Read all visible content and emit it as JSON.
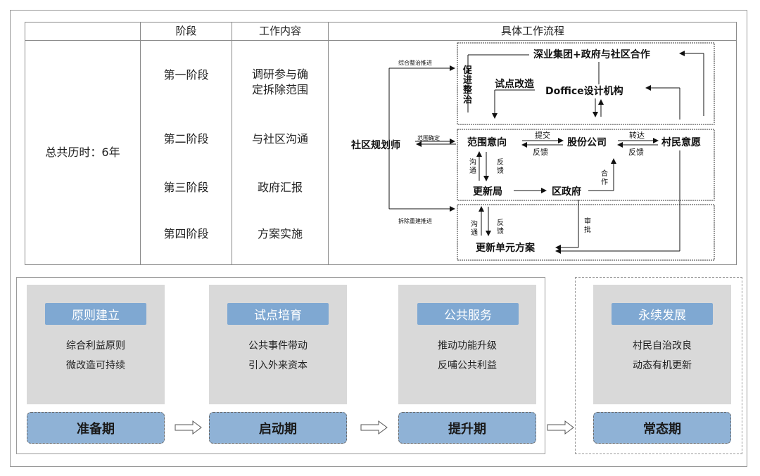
{
  "table": {
    "headers": [
      "阶段",
      "工作内容",
      "具体工作流程"
    ],
    "total_time": "总共历时：6年",
    "stages": [
      {
        "name": "第一阶段",
        "content": [
          "调研参与确",
          "定拆除范围"
        ]
      },
      {
        "name": "第二阶段",
        "content": [
          "与社区沟通"
        ]
      },
      {
        "name": "第三阶段",
        "content": [
          "政府汇报"
        ]
      },
      {
        "name": "第四阶段",
        "content": [
          "方案实施"
        ]
      }
    ]
  },
  "flow": {
    "planner": "社区规划师",
    "branch_labels": [
      "综合整治推进",
      "范围确定",
      "拆除重建推进"
    ],
    "box1": {
      "side_label": "促进整治",
      "partner": "深业集团+政府与社区合作",
      "pilot": "试点改造",
      "designer": "Doffice设计机构"
    },
    "box2": {
      "scope": "范围意向",
      "submit": "提交",
      "feedback": "反馈",
      "company": "股份公司",
      "relay": "转达",
      "feedback2": "反馈",
      "villagers": "村民意愿",
      "communicate": "沟通",
      "feedback3": "反馈",
      "cooperate": "合作",
      "bureau": "更新局",
      "district": "区政府"
    },
    "box3": {
      "communicate": "沟通",
      "feedback": "反馈",
      "approve": "审批",
      "plan": "更新单元方案"
    }
  },
  "phases": [
    {
      "tag": "原则建立",
      "items": [
        "综合利益原则",
        "微改造可持续"
      ],
      "period": "准备期"
    },
    {
      "tag": "试点培育",
      "items": [
        "公共事件带动",
        "引入外来资本"
      ],
      "period": "启动期"
    },
    {
      "tag": "公共服务",
      "items": [
        "推动功能升级",
        "反哺公共利益"
      ],
      "period": "提升期"
    },
    {
      "tag": "永续发展",
      "items": [
        "村民自治改良",
        "动态有机更新"
      ],
      "period": "常态期"
    }
  ],
  "colors": {
    "tag": "#7fa8d2",
    "period": "#8fb2d6",
    "panel": "#d9d9d9"
  }
}
